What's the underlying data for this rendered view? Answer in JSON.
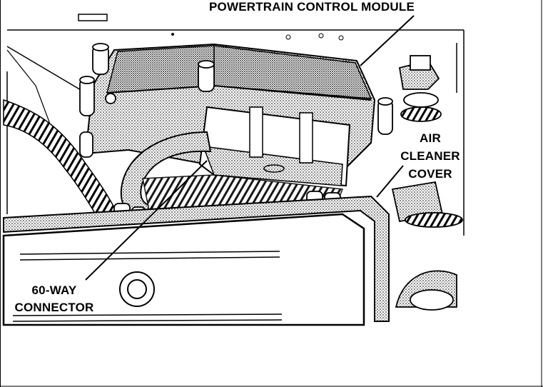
{
  "labels": {
    "pcm": "POWERTRAIN CONTROL MODULE",
    "air_cleaner_line1": "AIR",
    "air_cleaner_line2": "CLEANER",
    "air_cleaner_line3": "COVER",
    "connector_line1": "60-WAY",
    "connector_line2": "CONNECTOR"
  },
  "colors": {
    "ink": "#000000",
    "paper": "#ffffff",
    "shade": "#9a9a9a"
  }
}
